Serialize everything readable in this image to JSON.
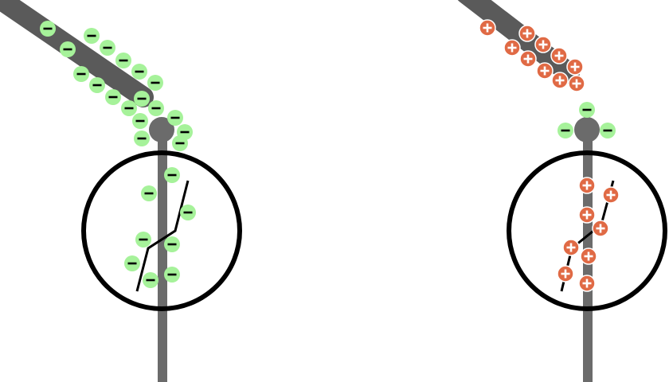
{
  "colors": {
    "rod": "#5a5a5a",
    "electroscope_metal": "#6b6b6b",
    "jar_outline": "#000000",
    "leaf": "#000000",
    "negative_charge_fill": "#a6f29a",
    "negative_charge_sign": "#000000",
    "positive_charge_fill": "#e06a45",
    "positive_charge_sign": "#ffffff"
  },
  "scenes": [
    {
      "id": "left",
      "rod_charge": "negative",
      "rod_charge_count": 12,
      "knob_charge": "negative",
      "knob_charge_count": 6,
      "leaf_charge": "negative",
      "leaf_charge_count": 8,
      "leaves_state": "diverged"
    },
    {
      "id": "right",
      "rod_charge": "positive",
      "rod_charge_count": 10,
      "knob_charge": "negative",
      "knob_charge_count": 3,
      "leaf_charge": "positive",
      "leaf_charge_count": 7,
      "leaves_state": "diverged"
    }
  ],
  "icons": {
    "negative": "minus-sign",
    "positive": "plus-sign"
  }
}
